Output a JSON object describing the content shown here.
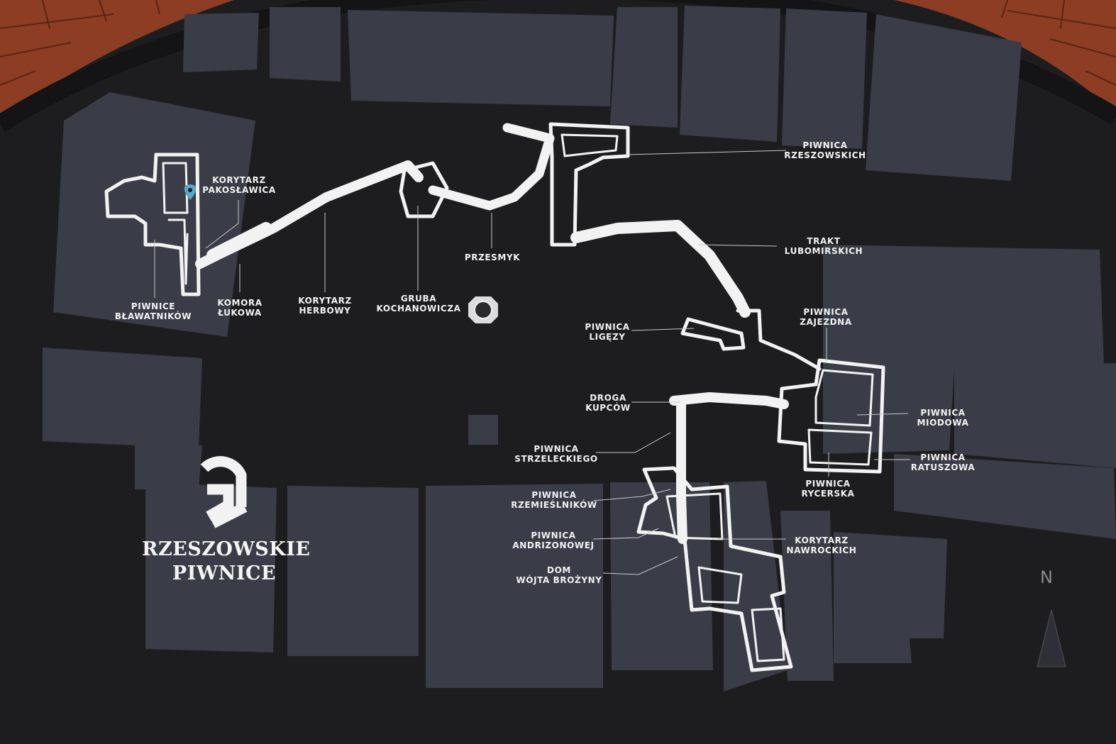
{
  "map": {
    "title": [
      "RZESZOWSKIE",
      "PIWNICE"
    ],
    "north_label": "N",
    "colors": {
      "background": "#1d1d1f",
      "block": "#3a3d47",
      "corridor": "#f2f2f2",
      "brick": "#8c3d24",
      "you_are_here": "#5aa7c8"
    },
    "labels": [
      {
        "id": "korytarz-pakoslawica",
        "lines": [
          "KORYTARZ",
          "PAKOSŁAWICA"
        ]
      },
      {
        "id": "piwnice-blawatnikow",
        "lines": [
          "PIWNICE",
          "BŁAWATNIKÓW"
        ]
      },
      {
        "id": "komora-lukowa",
        "lines": [
          "KOMORA",
          "ŁUKOWA"
        ]
      },
      {
        "id": "korytarz-herbowy",
        "lines": [
          "KORYTARZ",
          "HERBOWY"
        ]
      },
      {
        "id": "gruba-kochanowicza",
        "lines": [
          "GRUBA",
          "KOCHANOWICZA"
        ]
      },
      {
        "id": "przesmyk",
        "lines": [
          "PRZESMYK"
        ]
      },
      {
        "id": "piwnica-rzeszowskich",
        "lines": [
          "PIWNICA",
          "RZESZOWSKICH"
        ]
      },
      {
        "id": "trakt-lubomirskich",
        "lines": [
          "TRAKT",
          "LUBOMIRSKICH"
        ]
      },
      {
        "id": "piwnica-ligezy",
        "lines": [
          "PIWNICA",
          "LIGĘZY"
        ]
      },
      {
        "id": "piwnica-zajezdna",
        "lines": [
          "PIWNICA",
          "ZAJEZDNA"
        ]
      },
      {
        "id": "droga-kupcow",
        "lines": [
          "DROGA",
          "KUPCÓW"
        ]
      },
      {
        "id": "piwnica-miodowa",
        "lines": [
          "PIWNICA",
          "MIODOWA"
        ]
      },
      {
        "id": "piwnica-strzeleckiego",
        "lines": [
          "PIWNICA",
          "STRZELECKIEGO"
        ]
      },
      {
        "id": "piwnica-ratuszowa",
        "lines": [
          "PIWNICA",
          "RATUSZOWA"
        ]
      },
      {
        "id": "piwnica-rycerska",
        "lines": [
          "PIWNICA",
          "RYCERSKA"
        ]
      },
      {
        "id": "piwnica-rzemieslnikow",
        "lines": [
          "PIWNICA",
          "RZEMIEŚLNIKÓW"
        ]
      },
      {
        "id": "piwnica-andrizonowej",
        "lines": [
          "PIWNICA",
          "ANDRIZONOWEJ"
        ]
      },
      {
        "id": "korytarz-nawrockich",
        "lines": [
          "KORYTARZ",
          "NAWROCKICH"
        ]
      },
      {
        "id": "dom-wojta-brozyny",
        "lines": [
          "DOM",
          "WÓJTA BROŻYNY"
        ]
      }
    ]
  }
}
